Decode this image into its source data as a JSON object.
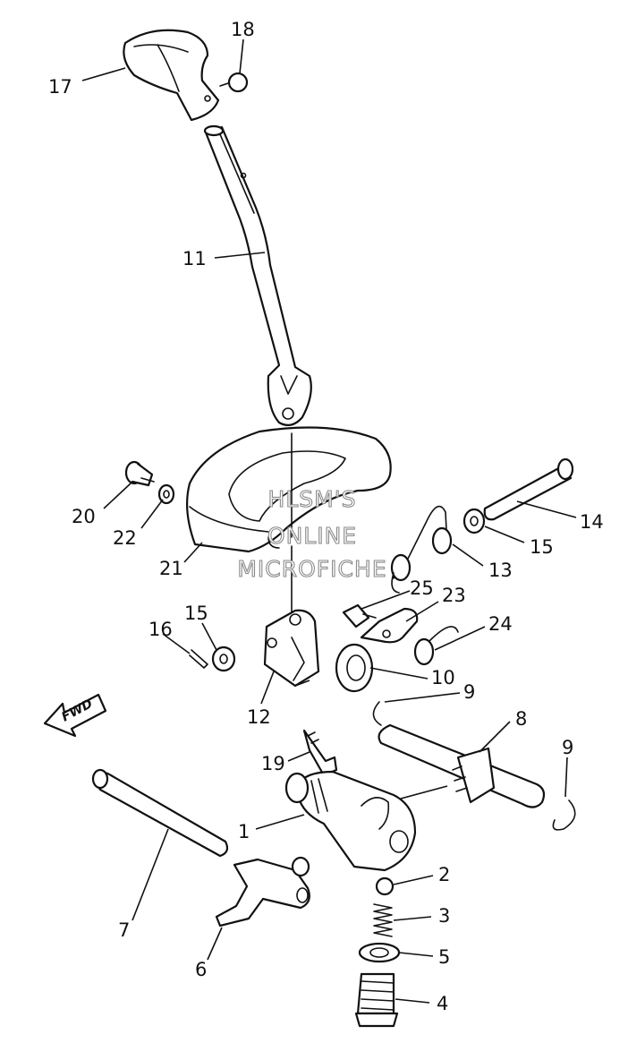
{
  "callouts": {
    "c17": "17",
    "c18": "18",
    "c11": "11",
    "c20": "20",
    "c22": "22",
    "c21": "21",
    "c14": "14",
    "c15a": "15",
    "c13": "13",
    "c25": "25",
    "c23": "23",
    "c24": "24",
    "c15b": "15",
    "c16": "16",
    "c12": "12",
    "c10": "10",
    "c9a": "9",
    "c8": "8",
    "c19": "19",
    "c9b": "9",
    "c1": "1",
    "c7": "7",
    "c2": "2",
    "c3": "3",
    "c5": "5",
    "c6": "6",
    "c4": "4"
  },
  "watermark": {
    "line1": "HLSM'S",
    "line2": "ONLINE",
    "line3": "MICROFICHE"
  },
  "fwd_label": "FWD"
}
